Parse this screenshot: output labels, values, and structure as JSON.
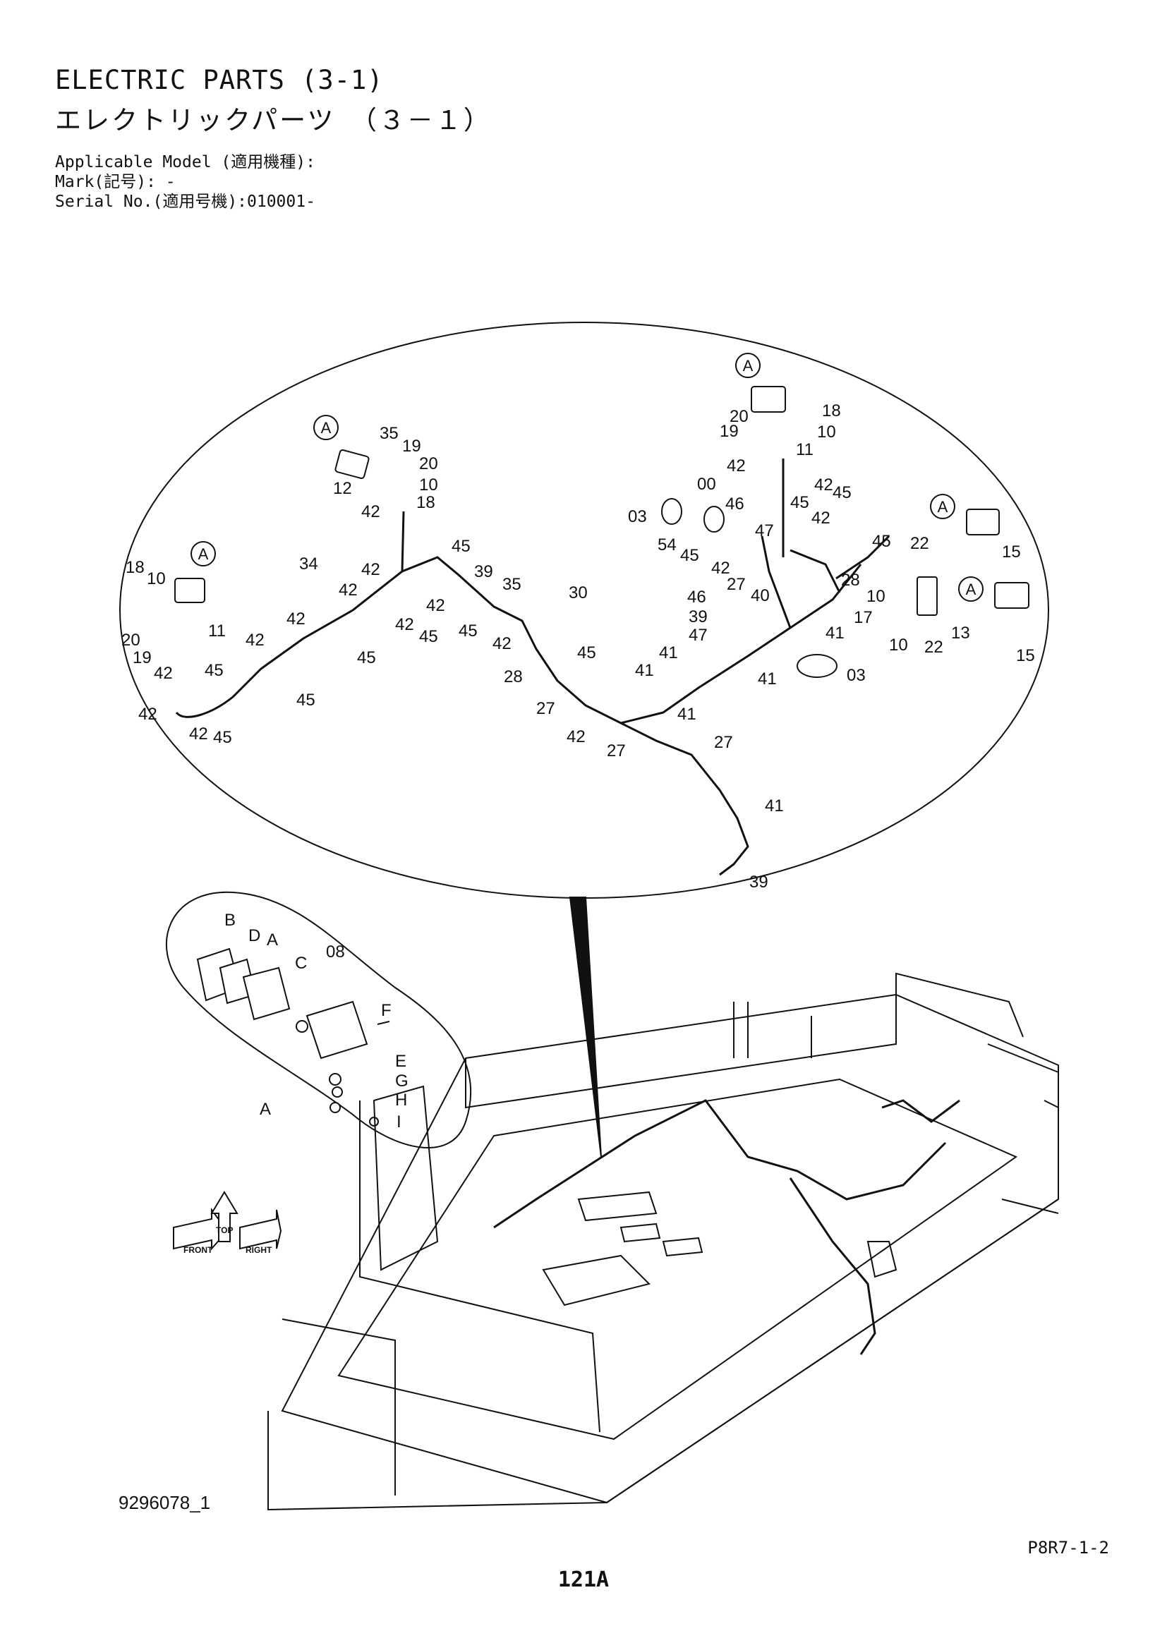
{
  "header": {
    "title_en": "ELECTRIC PARTS (3-1)",
    "title_jp": "エレクトリックパーツ　（３－１）",
    "applicable_model": "Applicable Model (適用機種):",
    "mark": "Mark(記号): -",
    "serial_no": "Serial No.(適用号機):010001-"
  },
  "drawing_number": "9296078_1",
  "reference_code": "P8R7-1-2",
  "page_number": "121A",
  "callout_labels": [
    "00",
    "03",
    "10",
    "11",
    "12",
    "13",
    "15",
    "17",
    "18",
    "19",
    "20",
    "22",
    "27",
    "28",
    "30",
    "34",
    "35",
    "39",
    "40",
    "41",
    "42",
    "45",
    "46",
    "47",
    "54"
  ],
  "detail_labels": [
    "A",
    "B",
    "C",
    "D",
    "E",
    "F",
    "G",
    "H",
    "I",
    "08"
  ],
  "orientation_arrows": [
    "FRONT",
    "RIGHT",
    "TOP"
  ]
}
